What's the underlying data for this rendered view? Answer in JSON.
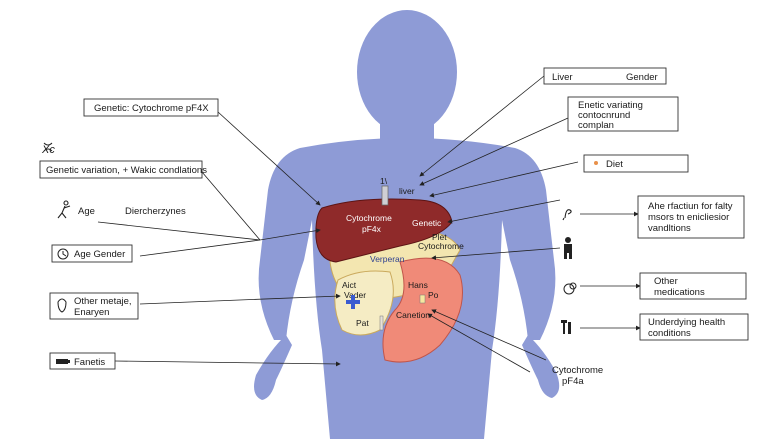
{
  "left_labels": {
    "cyp_box": "Genetic: Cytochrome pF4X",
    "xc": "Xc",
    "genetic_variation": "Genetic variation, + Wakic condlations",
    "age": "Age",
    "dierchenzynes": "Diercherzynes",
    "age_gender": "Age Gender",
    "other_metabolic_l1": "Other metaje,",
    "other_metabolic_l2": "Enaryen",
    "fanetis": "Fanetis"
  },
  "right_labels": {
    "liver": "Liver",
    "gender": "Gender",
    "enetic_l1": "Enetic variating",
    "enetic_l2": "contocnrund",
    "enetic_l3": "complan",
    "diet": "Diet",
    "fraction_l1": "Ahe rfactiun for falty",
    "fraction_l2": "msors tn enicliesior",
    "fraction_l3": "vandltions",
    "other_meds_l1": "Other",
    "other_meds_l2": "medications",
    "underlying_l1": "Underdying health",
    "underlying_l2": "conditions",
    "cyp_bottom_l1": "Cytochrome",
    "cyp_bottom_l2": "pF4a"
  },
  "organ_labels": {
    "liver_top": "liver",
    "liver_top_num": "1\\",
    "cyp_l1": "Cytochrome",
    "cyp_l2": "pF4x",
    "genetic": "Genetic",
    "plet": "Plet",
    "cytochrome_right": "Cytochrome",
    "verperan": "Verperan",
    "aict": "Aict",
    "vader": "Vader",
    "hans": "Hans",
    "po": "Po",
    "canetion": "Canetion",
    "pat": "Pat"
  },
  "colors": {
    "body": "#8e9bd6",
    "liver": "#8f2a2a",
    "pancreas": "#f3e6b0",
    "intestine": "#f08a78",
    "box_border": "#333333"
  },
  "icons": [
    "dna-icon",
    "person-walking-icon",
    "clock-icon",
    "organ-icon",
    "battery-icon",
    "gene-icon",
    "human-figure-icon",
    "pill-icon",
    "fork-knife-icon",
    "diet-dot-icon"
  ]
}
